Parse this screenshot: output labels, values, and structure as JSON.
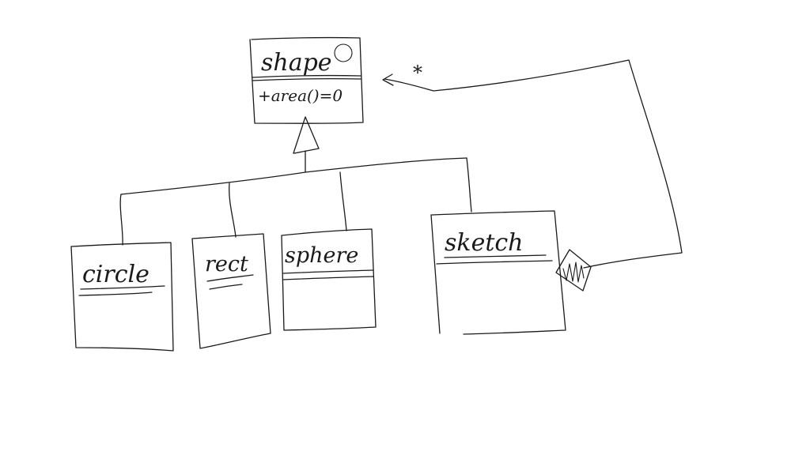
{
  "diagram": {
    "classes": {
      "shape": {
        "name": "shape",
        "method": "+area()=0"
      },
      "circle": {
        "name": "circle"
      },
      "rect": {
        "name": "rect"
      },
      "sphere": {
        "name": "sphere"
      },
      "sketch": {
        "name": "sketch"
      }
    },
    "association": {
      "multiplicity": "*"
    }
  }
}
